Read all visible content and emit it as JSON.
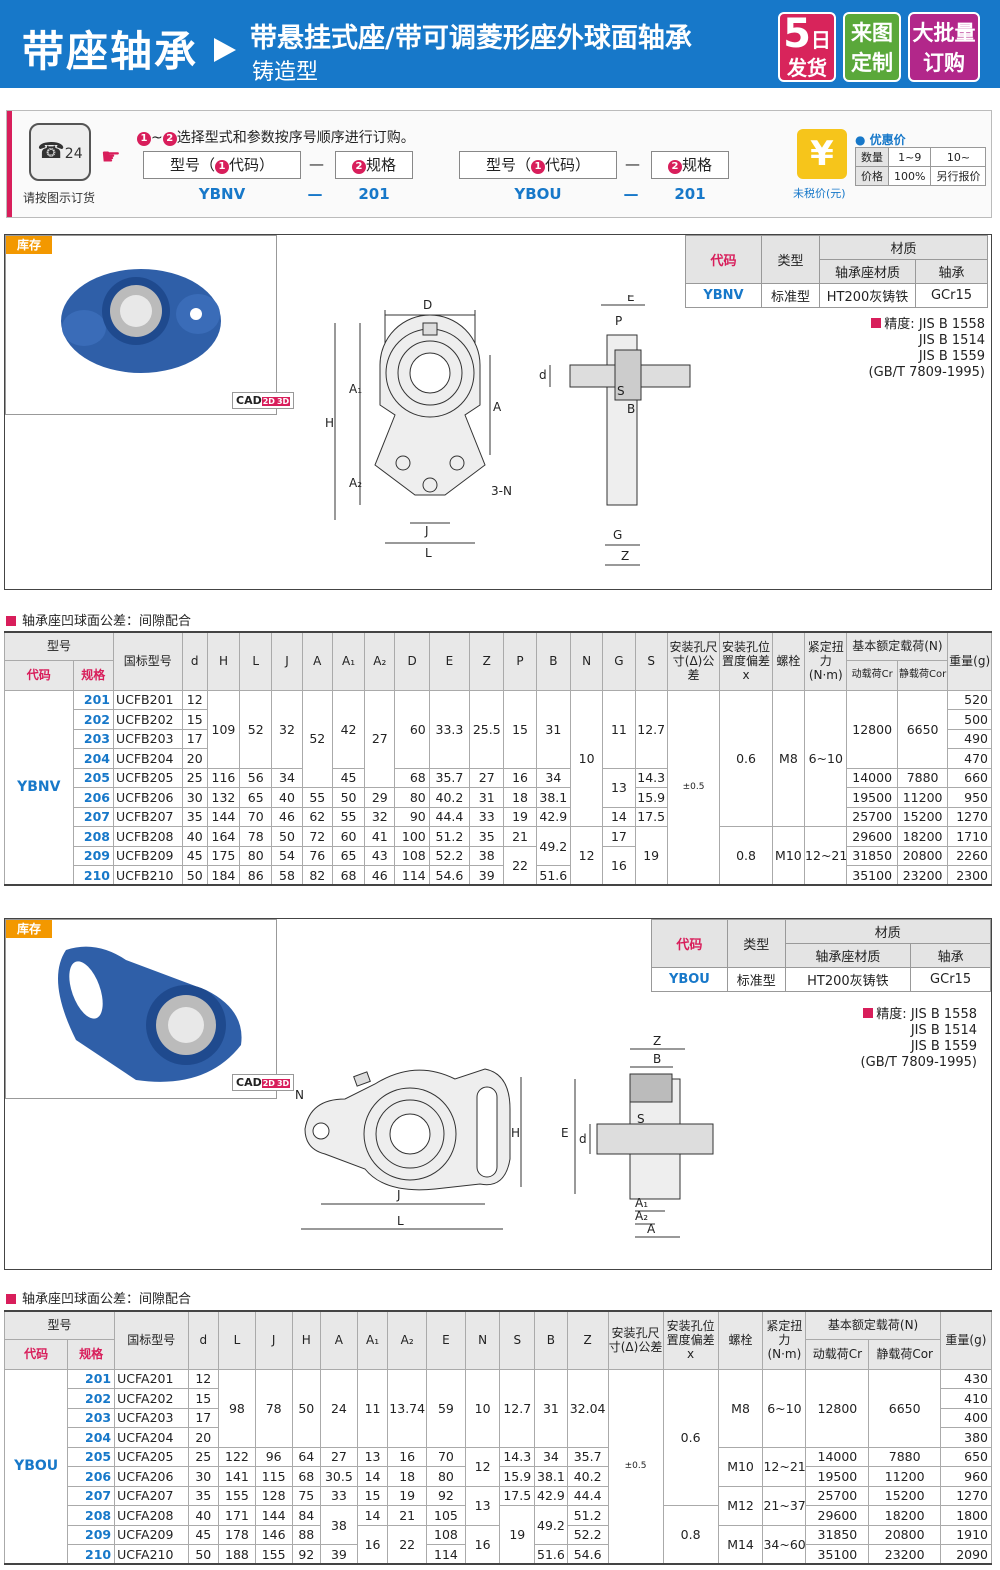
{
  "header": {
    "title": "带座轴承",
    "subtitle": "带悬挂式座/带可调菱形座外球面轴承",
    "subtitle2": "铸造型",
    "badge_days_num": "5",
    "badge_days_unit": "日",
    "badge_days_text": "发货",
    "badge_custom_1": "来图",
    "badge_custom_2": "定制",
    "badge_bulk_1": "大批量",
    "badge_bulk_2": "订购"
  },
  "order": {
    "phone_label": "24",
    "phone_caption": "请按图示订货",
    "instruction_n1": "1",
    "instruction_mid": "~",
    "instruction_n2": "2",
    "instruction": "选择型式和参数按序号顺序进行订购。",
    "model_label_1": "型号（",
    "model_num_1": "1",
    "model_label_2": "代码）",
    "spec_num": "2",
    "spec_label": "规格",
    "dash": "—",
    "example1_code": "YBNV",
    "example1_spec": "201",
    "example2_code": "YBOU",
    "example2_spec": "201",
    "yen": "¥",
    "yen_caption": "未税价(元)",
    "preferential": "● 优惠价",
    "price_rows": [
      [
        "数量",
        "1~9",
        "10~"
      ],
      [
        "价格",
        "100%",
        "另行报价"
      ]
    ]
  },
  "panel1": {
    "stock": "库存",
    "cad": "CAD",
    "cad_2d": "2D",
    "cad_3d": "3D",
    "material_headers": {
      "code": "代码",
      "type": "类型",
      "material": "材质",
      "housing": "轴承座材质",
      "bearing": "轴承"
    },
    "material_row": {
      "code": "YBNV",
      "type": "标准型",
      "housing": "HT200灰铸铁",
      "bearing": "GCr15"
    },
    "precision_label": "精度:",
    "precision": [
      "JIS B 1558",
      "JIS B 1514",
      "JIS B 1559",
      "(GB/T 7809-1995)"
    ],
    "dims": {
      "D": "D",
      "H": "H",
      "A1": "A₁",
      "A2": "A₂",
      "A": "A",
      "J": "J",
      "L": "L",
      "N": "3-N",
      "E": "E",
      "P": "P",
      "S": "S",
      "B": "B",
      "d": "d",
      "G": "G",
      "Z": "Z"
    }
  },
  "table1": {
    "section_title": "轴承座凹球面公差：间隙配合",
    "headers": {
      "model": "型号",
      "code": "代码",
      "spec": "规格",
      "gb": "国标型号",
      "cols": [
        "d",
        "H",
        "L",
        "J",
        "A",
        "A₁",
        "A₂",
        "D",
        "E",
        "Z",
        "P",
        "B",
        "N",
        "G",
        "S"
      ],
      "hole_tol": "安装孔尺寸(Δ)公差",
      "hole_pos": "安装孔位置度偏差x",
      "bolt": "螺栓",
      "torque": "紧定扭力(N·m)",
      "load": "基本额定载荷(N)",
      "cr": "动载荷Cr",
      "cor": "静载荷Cor",
      "weight": "重量(g)"
    },
    "code": "YBNV",
    "specs": [
      "201",
      "202",
      "203",
      "204",
      "205",
      "206",
      "207",
      "208",
      "209",
      "210"
    ],
    "gb": [
      "UCFB201",
      "UCFB202",
      "UCFB203",
      "UCFB204",
      "UCFB205",
      "UCFB206",
      "UCFB207",
      "UCFB208",
      "UCFB209",
      "UCFB210"
    ],
    "d": [
      "12",
      "15",
      "17",
      "20",
      "25",
      "30",
      "35",
      "40",
      "45",
      "50"
    ],
    "H": [
      "109",
      "116",
      "132",
      "144",
      "164",
      "175",
      "184"
    ],
    "L": [
      "52",
      "56",
      "65",
      "70",
      "78",
      "80",
      "86"
    ],
    "J": [
      "32",
      "34",
      "40",
      "46",
      "50",
      "54",
      "58"
    ],
    "A": [
      "52",
      "55",
      "62",
      "72",
      "76",
      "82"
    ],
    "A1": [
      "42",
      "45",
      "50",
      "55",
      "60",
      "65",
      "68"
    ],
    "A2": [
      "27",
      "29",
      "32",
      "41",
      "43",
      "46"
    ],
    "D": [
      "60",
      "68",
      "80",
      "90",
      "100",
      "108",
      "114"
    ],
    "E": [
      "33.3",
      "35.7",
      "40.2",
      "44.4",
      "51.2",
      "52.2",
      "54.6"
    ],
    "Z": [
      "25.5",
      "27",
      "31",
      "33",
      "35",
      "38",
      "39"
    ],
    "P": [
      "15",
      "16",
      "18",
      "19",
      "21",
      "22"
    ],
    "B": [
      "31",
      "34",
      "38.1",
      "42.9",
      "49.2",
      "51.6"
    ],
    "N": [
      "10",
      "12"
    ],
    "G": [
      "11",
      "13",
      "14",
      "17",
      "16"
    ],
    "S": [
      "12.7",
      "14.3",
      "15.9",
      "17.5",
      "19"
    ],
    "tol": "±0.5",
    "pos": [
      "0.6",
      "0.8"
    ],
    "bolt": [
      "M8",
      "M10"
    ],
    "torque": [
      "6~10",
      "12~21"
    ],
    "cr": [
      "12800",
      "14000",
      "19500",
      "25700",
      "29600",
      "31850",
      "35100"
    ],
    "cor": [
      "6650",
      "7880",
      "11200",
      "15200",
      "18200",
      "20800",
      "23200"
    ],
    "weight": [
      "520",
      "500",
      "490",
      "470",
      "660",
      "950",
      "1270",
      "1710",
      "2260",
      "2300"
    ]
  },
  "panel2": {
    "stock": "库存",
    "cad": "CAD",
    "cad_2d": "2D",
    "cad_3d": "3D",
    "material_headers": {
      "code": "代码",
      "type": "类型",
      "material": "材质",
      "housing": "轴承座材质",
      "bearing": "轴承"
    },
    "material_row": {
      "code": "YBOU",
      "type": "标准型",
      "housing": "HT200灰铸铁",
      "bearing": "GCr15"
    },
    "precision_label": "精度:",
    "precision": [
      "JIS B 1558",
      "JIS B 1514",
      "JIS B 1559",
      "(GB/T 7809-1995)"
    ],
    "dims": {
      "N": "N",
      "H": "H",
      "J": "J",
      "L": "L",
      "Z": "Z",
      "B": "B",
      "S": "S",
      "E": "E",
      "d": "d",
      "A1": "A₁",
      "A2": "A₂",
      "A": "A"
    }
  },
  "table2": {
    "section_title": "轴承座凹球面公差：间隙配合",
    "headers": {
      "model": "型号",
      "code": "代码",
      "spec": "规格",
      "gb": "国标型号",
      "cols": [
        "d",
        "L",
        "J",
        "H",
        "A",
        "A₁",
        "A₂",
        "E",
        "N",
        "S",
        "B",
        "Z"
      ],
      "hole_tol": "安装孔尺寸(Δ)公差",
      "hole_pos": "安装孔位置度偏差x",
      "bolt": "螺栓",
      "torque": "紧定扭力(N·m)",
      "load": "基本额定载荷(N)",
      "cr": "动载荷Cr",
      "cor": "静载荷Cor",
      "weight": "重量(g)"
    },
    "code": "YBOU",
    "specs": [
      "201",
      "202",
      "203",
      "204",
      "205",
      "206",
      "207",
      "208",
      "209",
      "210"
    ],
    "gb": [
      "UCFA201",
      "UCFA202",
      "UCFA203",
      "UCFA204",
      "UCFA205",
      "UCFA206",
      "UCFA207",
      "UCFA208",
      "UCFA209",
      "UCFA210"
    ],
    "d": [
      "12",
      "15",
      "17",
      "20",
      "25",
      "30",
      "35",
      "40",
      "45",
      "50"
    ],
    "L": [
      "98",
      "122",
      "141",
      "155",
      "171",
      "178",
      "188"
    ],
    "J": [
      "78",
      "96",
      "115",
      "128",
      "144",
      "146",
      "155"
    ],
    "H": [
      "50",
      "64",
      "68",
      "75",
      "84",
      "88",
      "92"
    ],
    "A": [
      "24",
      "27",
      "30.5",
      "33",
      "38",
      "39"
    ],
    "A1": [
      "11",
      "13",
      "14",
      "15",
      "16"
    ],
    "A2": [
      "13.74",
      "16",
      "18",
      "19",
      "21",
      "22"
    ],
    "E": [
      "59",
      "70",
      "80",
      "92",
      "105",
      "108",
      "114"
    ],
    "N": [
      "10",
      "12",
      "13",
      "16"
    ],
    "S": [
      "12.7",
      "14.3",
      "15.9",
      "17.5",
      "19"
    ],
    "B": [
      "31",
      "34",
      "38.1",
      "42.9",
      "49.2",
      "51.6"
    ],
    "Z": [
      "32.04",
      "35.7",
      "40.2",
      "44.4",
      "51.2",
      "52.2",
      "54.6"
    ],
    "tol": "±0.5",
    "pos": [
      "0.6",
      "0.8"
    ],
    "bolt": [
      "M8",
      "M10",
      "M12",
      "M14"
    ],
    "torque": [
      "6~10",
      "12~21",
      "21~37",
      "34~60"
    ],
    "cr": [
      "12800",
      "14000",
      "19500",
      "25700",
      "29600",
      "31850",
      "35100"
    ],
    "cor": [
      "6650",
      "7880",
      "11200",
      "15200",
      "18200",
      "20800",
      "23200"
    ],
    "weight": [
      "430",
      "410",
      "400",
      "380",
      "650",
      "960",
      "1270",
      "1800",
      "1910",
      "2090"
    ]
  }
}
